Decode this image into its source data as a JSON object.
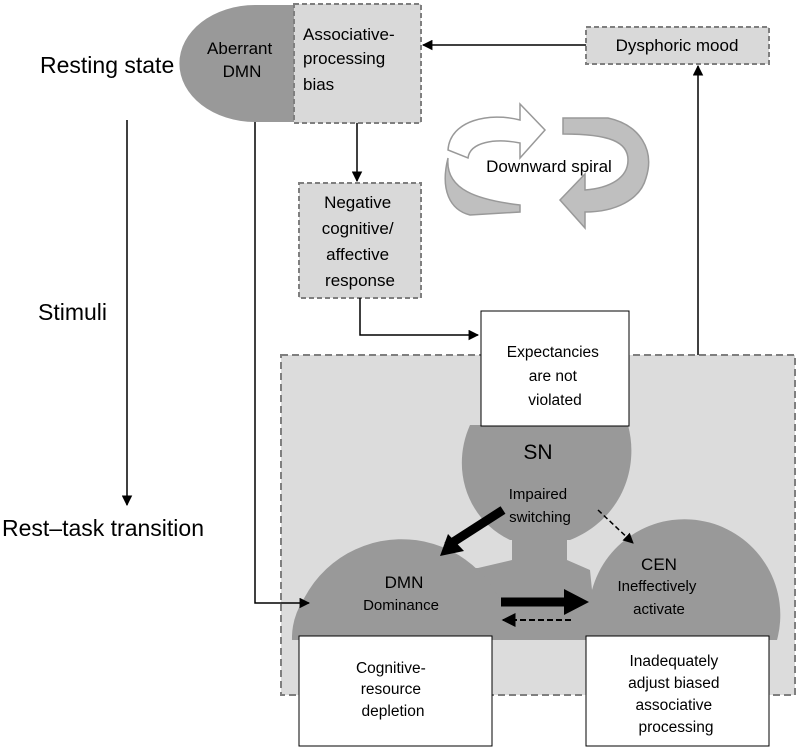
{
  "side_labels": {
    "resting_state": "Resting state",
    "stimuli": "Stimuli",
    "transition": "Rest–task transition"
  },
  "top": {
    "aberrant_dmn": [
      "Aberrant",
      "DMN"
    ],
    "associative_bias": [
      "Associative-",
      "processing",
      "bias"
    ],
    "dysphoric_mood": "Dysphoric mood",
    "negative_response": [
      "Negative",
      "cognitive/",
      "affective",
      "response"
    ],
    "downward_spiral": "Downward spiral"
  },
  "networks": {
    "expectancies": [
      "Expectancies",
      "are not",
      "violated"
    ],
    "sn_title": "SN",
    "sn_sub": [
      "Impaired",
      "switching"
    ],
    "dmn_title": "DMN",
    "dmn_sub": "Dominance",
    "cen_title": "CEN",
    "cen_sub": [
      "Ineffectively",
      "activate"
    ],
    "cognitive_depletion": [
      "Cognitive-",
      "resource",
      "depletion"
    ],
    "inadequate_adjust": [
      "Inadequately",
      "adjust biased",
      "associative",
      "processing"
    ]
  },
  "colors": {
    "dark_gray": "#999999",
    "light_gray": "#d9d9d9",
    "panel_gray": "#dcdcdc",
    "dash_border": "#7f7f7f",
    "spiral_fill": "#bfbfbf",
    "arrow": "#000000"
  }
}
